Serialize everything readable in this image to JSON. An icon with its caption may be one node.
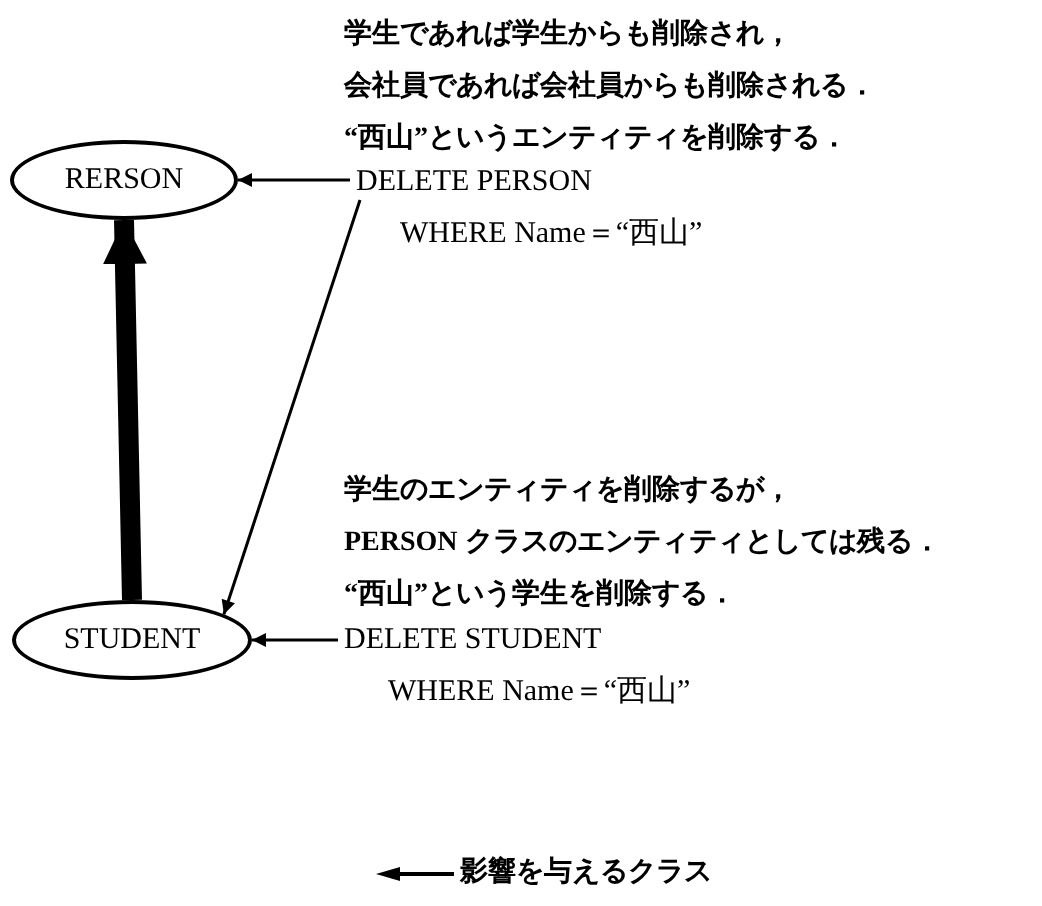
{
  "diagram": {
    "nodes": [
      {
        "text": [
          "RERSON"
        ]
      },
      {
        "text": [
          "STUDENT"
        ]
      },
      {
        "text": [
          "DELETE PERSON",
          "WHERE Name＝“西山”"
        ]
      },
      {
        "text": [
          "DELETE STUDENT",
          "WHERE Name＝“西山”"
        ]
      }
    ],
    "edges": [
      {
        "from": 2,
        "to": 0,
        "arrow": "to"
      },
      {
        "from": 2,
        "to": 1,
        "arrow": "to"
      },
      {
        "from": 3,
        "to": 1,
        "arrow": "to"
      },
      {
        "from": 1,
        "to": 0,
        "arrow": "to",
        "style": "thick"
      }
    ],
    "labels": [
      "学生であれば学生からも削除され，",
      "会社員であれば会社員からも削除される．",
      "“西山”というエンティティを削除する．",
      "学生のエンティティを削除するが，",
      "PERSON クラスのエンティティとしては残る．",
      "“西山”という学生を削除する．"
    ],
    "legend": [
      {
        "text": "影響を与えるクラス"
      }
    ]
  }
}
